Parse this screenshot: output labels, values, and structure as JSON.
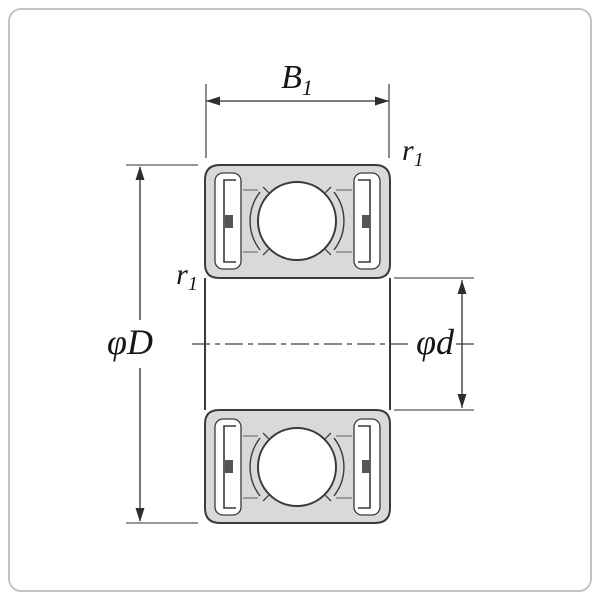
{
  "diagram": {
    "type": "ball-bearing-cross-section",
    "labels": {
      "width": {
        "base": "B",
        "sub": "1"
      },
      "corner_radius_top": {
        "base": "r",
        "sub": "1"
      },
      "corner_radius_left": {
        "base": "r",
        "sub": "1"
      },
      "outer_diameter": {
        "base": "φD"
      },
      "bore_diameter": {
        "base": "φd"
      }
    },
    "colors": {
      "ring_fill": "#d9d9d9",
      "outline": "#3a3a3a",
      "dimension": "#2e2e2e",
      "border": "#c4c4c4",
      "background": "#ffffff"
    }
  }
}
